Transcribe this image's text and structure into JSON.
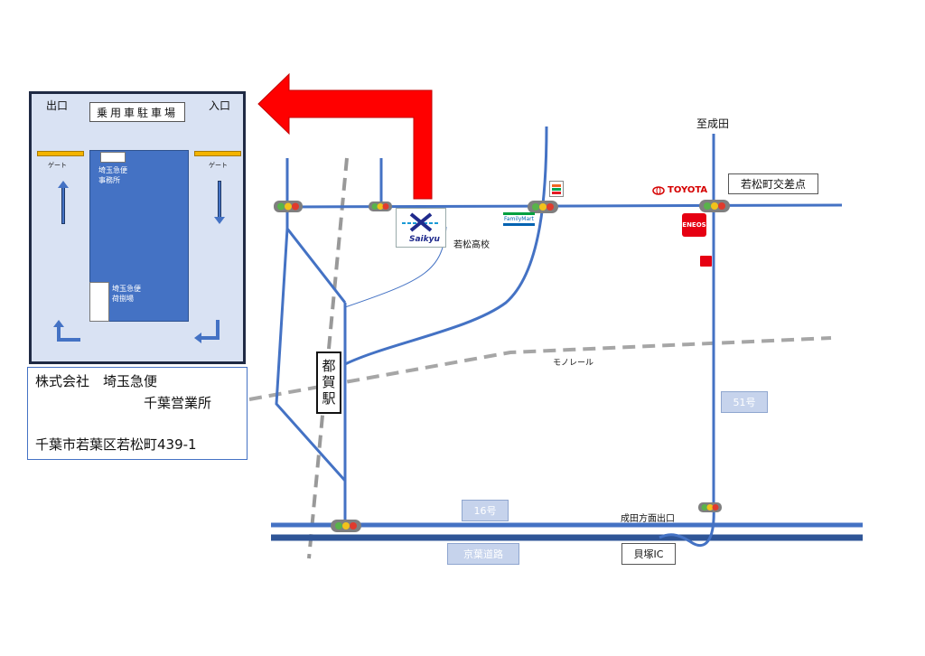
{
  "lot": {
    "exit_label": "出口",
    "entrance_label": "入口",
    "parking_label": "乗用車駐車場",
    "gate_left": "ゲート",
    "gate_right": "ゲート",
    "office_label": "埼玉急便\n事務所",
    "dock_label": "埼玉急便\n荷捌場"
  },
  "company": {
    "name_line1": "株式会社　埼玉急便",
    "name_line2": "千葉営業所",
    "address": "千葉市若葉区若松町439-1"
  },
  "map": {
    "to_narita": "至成田",
    "wakamatsu_intersection": "若松町交差点",
    "school": "若松高校",
    "monorail": "モノレール",
    "station": "都賀駅",
    "route51": "51号",
    "route16": "16号",
    "keiyo_road": "京葉道路",
    "narita_exit": "成田方面出口",
    "kaizuka_ic": "貝塚IC",
    "toyota": "TOYOTA",
    "saikyu_logo": "Saikyu",
    "familymart": "FamilyMart",
    "eneos": "ENEOS"
  },
  "colors": {
    "road": "#4472c4",
    "expressway": "#2f5597",
    "arrow": "#ff0000",
    "monorail": "#a6a6a6",
    "lot_bg": "#d9e2f3",
    "building": "#4472c4"
  }
}
